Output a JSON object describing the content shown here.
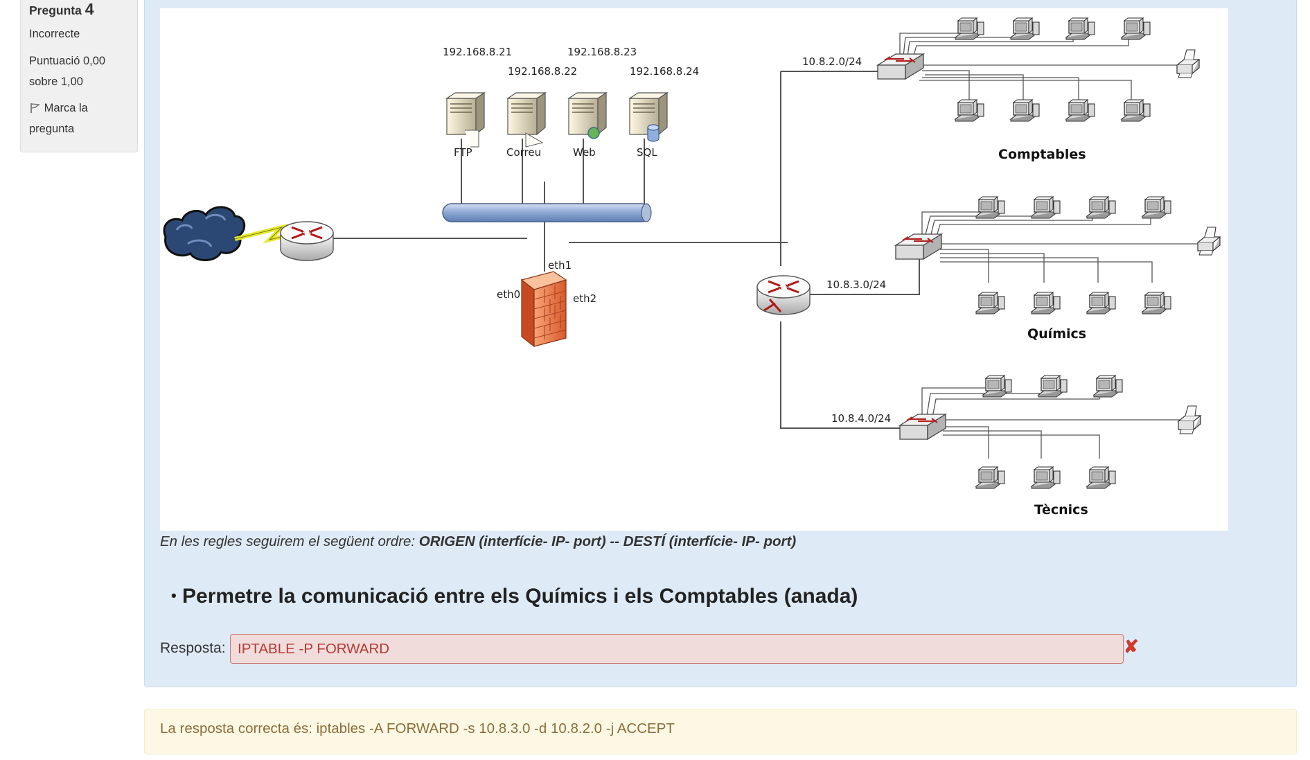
{
  "info": {
    "question_prefix": "Pregunta",
    "question_number": "4",
    "state": "Incorrecte",
    "grade_line1": "Puntuació 0,00",
    "grade_line2": "sobre 1,00",
    "flag_line1": "Marca la",
    "flag_line2": "pregunta"
  },
  "diagram": {
    "ip_ftp": "192.168.8.21",
    "ip_correu": "192.168.8.22",
    "ip_web": "192.168.8.23",
    "ip_sql": "192.168.8.24",
    "srv_ftp": "FTP",
    "srv_correu": "Correu",
    "srv_web": "Web",
    "srv_sql": "SQL",
    "eth0": "eth0",
    "eth1": "eth1",
    "eth2": "eth2",
    "net_comptables": "10.8.2.0/24",
    "net_quimics": "10.8.3.0/24",
    "net_tecnics": "10.8.4.0/24",
    "group_comptables": "Comptables",
    "group_quimics": "Químics",
    "group_tecnics": "Tècnics"
  },
  "rule_prefix": "En les regles seguirem el següent ordre: ",
  "rule_bold": "ORIGEN (interfície- IP- port) -- DESTÍ (interfície- IP- port)",
  "task": "Permetre la comunicació entre els Químics i els Comptables (anada)",
  "answer": {
    "label": "Resposta:",
    "value": "IPTABLE -P FORWARD",
    "status": "incorrect",
    "status_icon": "✘"
  },
  "feedback": "La resposta correcta és: iptables -A FORWARD -s 10.8.3.0 -d 10.8.2.0 -j ACCEPT",
  "colors": {
    "question_bg": "#deebf6",
    "feedback_bg": "#fcf8e3",
    "error": "#d23a2e"
  }
}
